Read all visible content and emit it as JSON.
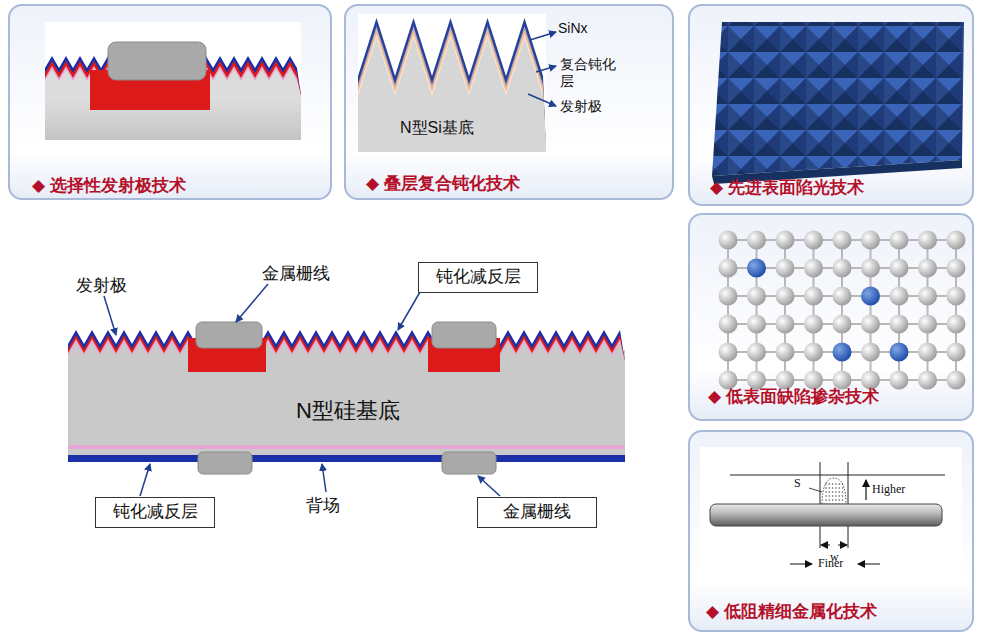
{
  "diagram": {
    "nodes": [
      {
        "text": [
          "◆ 选择性发射极技术"
        ]
      },
      {
        "text": [
          "◆ 叠层复合钝化技术"
        ]
      },
      {
        "text": [
          "◆ 先进表面陷光技术"
        ]
      },
      {
        "text": [
          "◆ 低表面缺陷掺杂技术"
        ]
      },
      {
        "text": [
          "◆ 低阻精细金属化技术"
        ]
      },
      {
        "text": [
          "钝化减反层"
        ]
      },
      {
        "text": [
          "钝化减反层"
        ]
      },
      {
        "text": [
          "金属栅线"
        ]
      }
    ],
    "labels": [
      "SiNx",
      "复合钝化层",
      "发射极",
      "N型Si基底",
      "发射极",
      "金属栅线",
      "N型硅基底",
      "背场",
      "S",
      "w",
      "Higher",
      "Finer"
    ]
  }
}
